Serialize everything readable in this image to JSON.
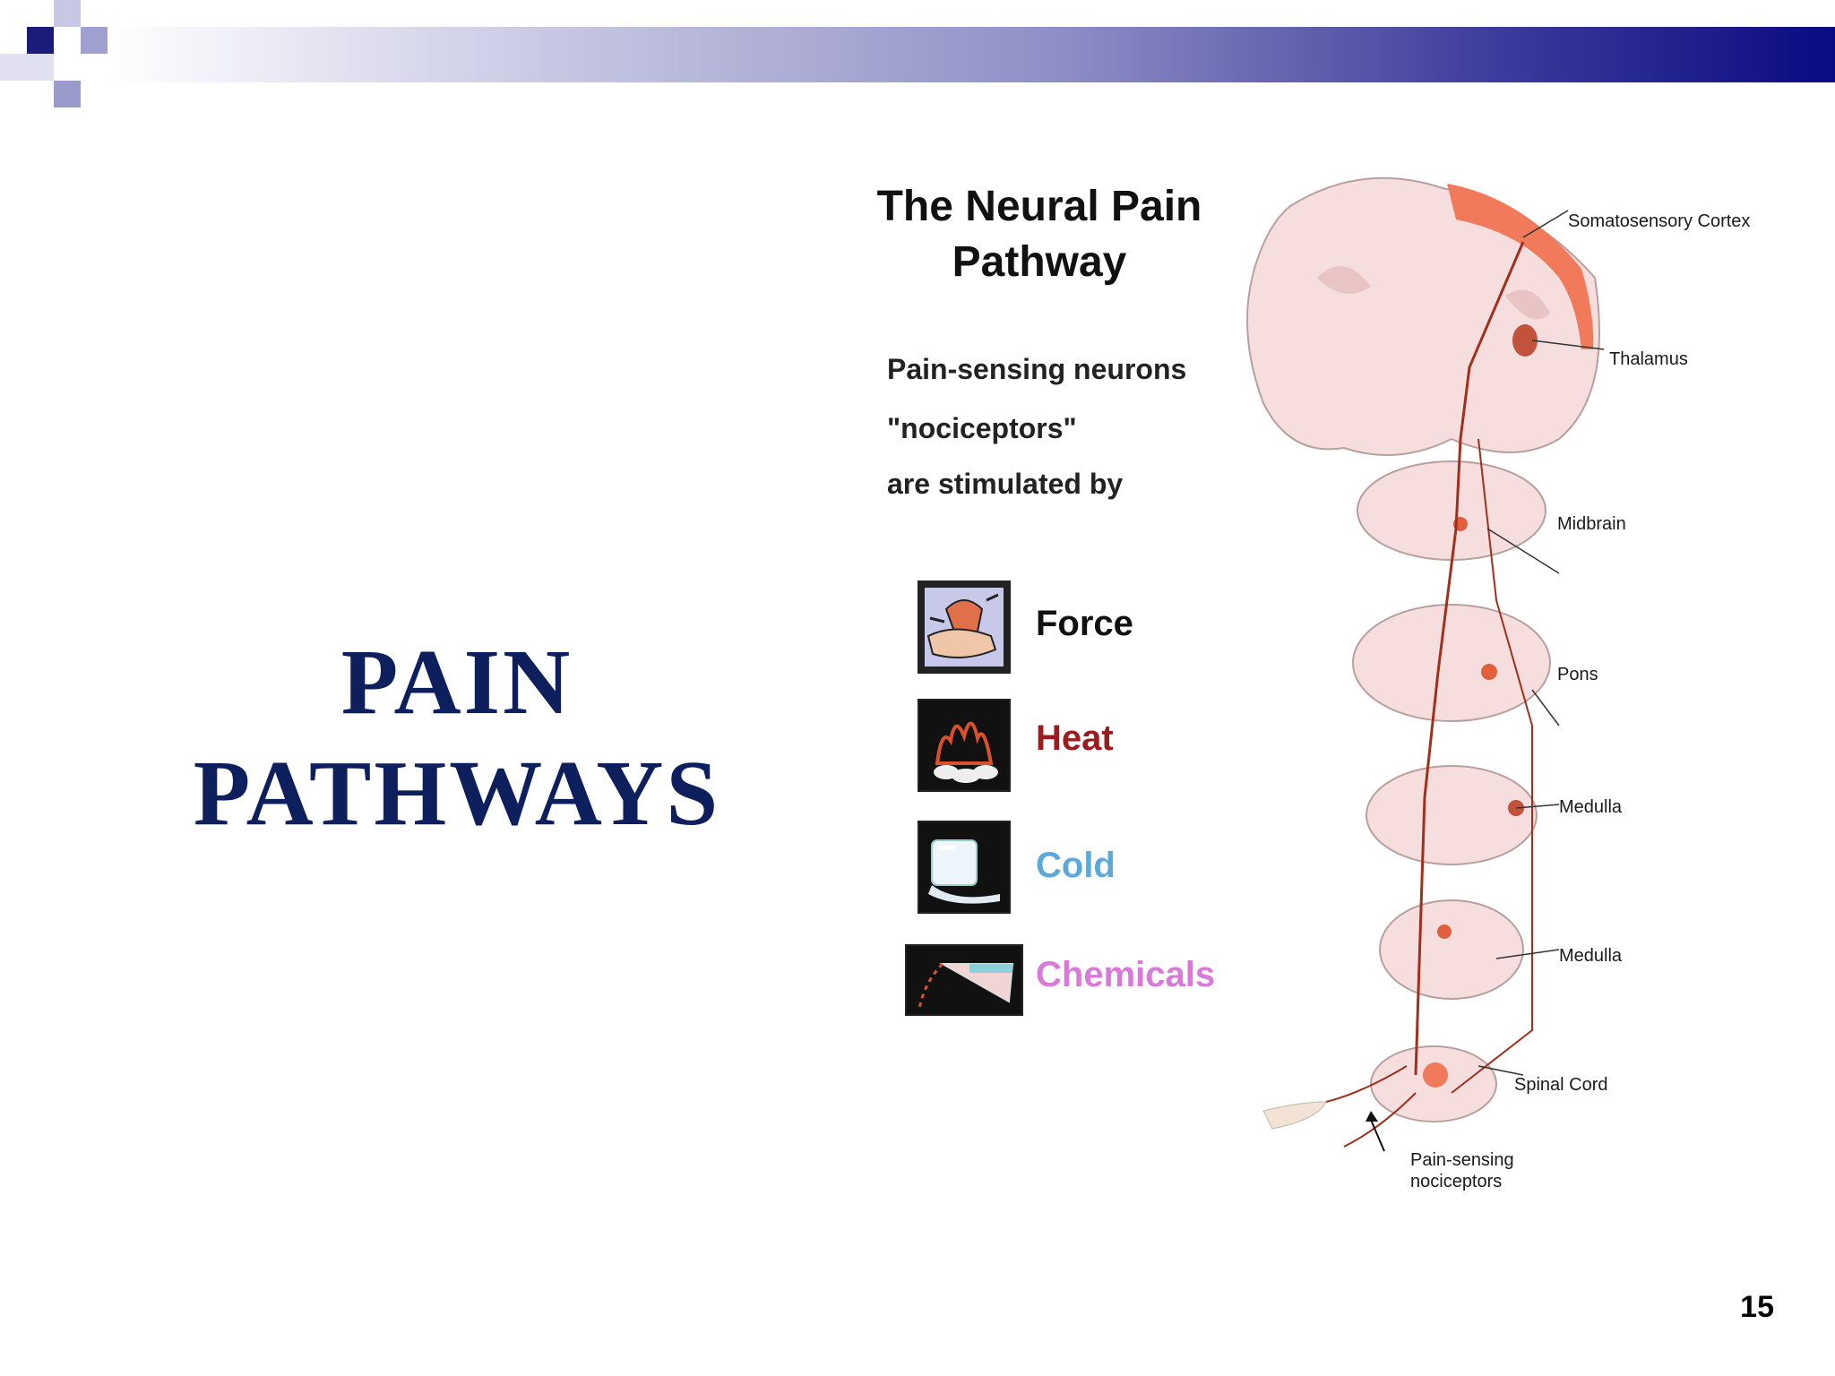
{
  "slide": {
    "title_line1": "PAIN",
    "title_line2": "PATHWAYS",
    "page_number": "15"
  },
  "figure": {
    "title_line1": "The Neural Pain",
    "title_line2": "Pathway",
    "intro_line1": "Pain-sensing neurons",
    "intro_line2": "\"nociceptors\"",
    "intro_line3": "are stimulated by",
    "stimuli": [
      {
        "label": "Force",
        "color": "#111111"
      },
      {
        "label": "Heat",
        "color": "#9b1c1c"
      },
      {
        "label": "Cold",
        "color": "#5aa9d8"
      },
      {
        "label": "Chemicals",
        "color": "#d97ad9"
      }
    ],
    "anatomy_labels": {
      "somatosensory_cortex": "Somatosensory Cortex",
      "thalamus": "Thalamus",
      "midbrain": "Midbrain",
      "pons": "Pons",
      "medulla_upper": "Medulla",
      "medulla_lower": "Medulla",
      "spinal_cord": "Spinal Cord",
      "nociceptors_line1": "Pain-sensing",
      "nociceptors_line2": "nociceptors"
    }
  },
  "colors": {
    "title_navy": "#0d1f5c",
    "tissue_pink": "#f7dede",
    "pathway_red": "#a0301c",
    "cortex_orange": "#f07a5a"
  }
}
